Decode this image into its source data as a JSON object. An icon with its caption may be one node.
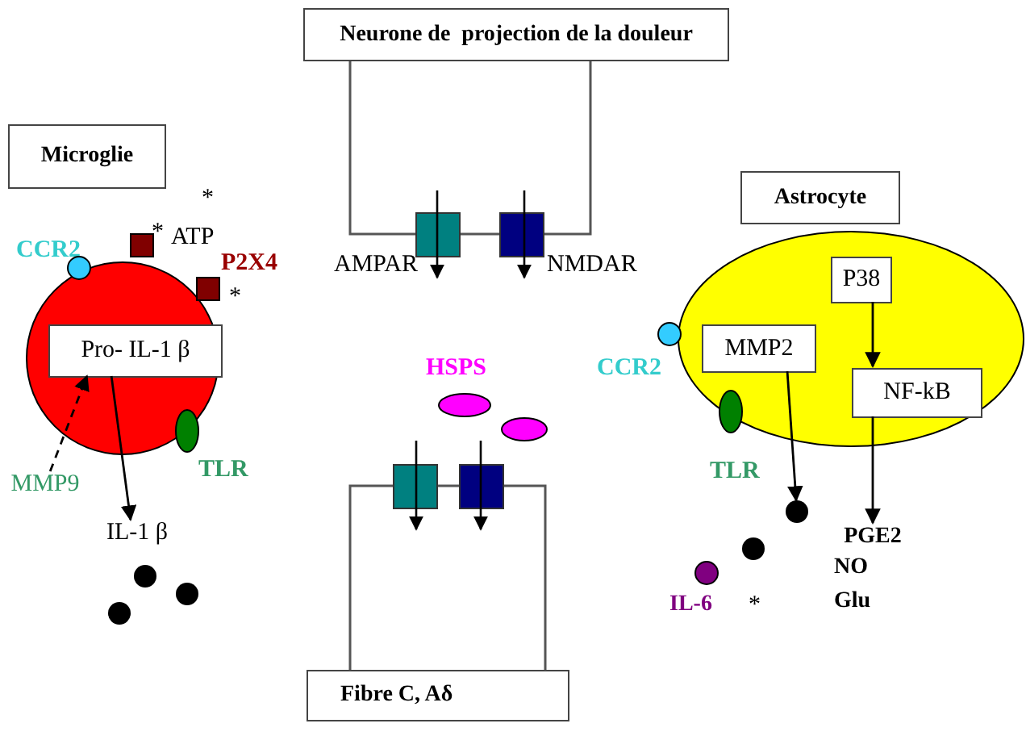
{
  "diagram": {
    "nodes": [
      {
        "text": [
          "Neurone de  projection de la douleur"
        ]
      },
      {
        "text": [
          "Microglie"
        ]
      },
      {
        "text": [
          "Astrocyte"
        ]
      },
      {
        "text": [],
        "shape": "circle"
      },
      {
        "text": [
          "Pro- IL-1 β"
        ],
        "in": 3
      },
      {
        "text": [
          "IL-1 β"
        ]
      },
      {
        "text": [
          "MMP9"
        ]
      },
      {
        "text": [],
        "shape": "ellipse"
      },
      {
        "text": [
          "P38"
        ],
        "in": 7
      },
      {
        "text": [
          "MMP2"
        ],
        "in": 7
      },
      {
        "text": [
          "NF-kB"
        ],
        "in": 7
      },
      {
        "text": [
          "Fibre C, Aδ"
        ]
      },
      {
        "text": [],
        "shape": "circle"
      },
      {
        "text": [
          "PGE2"
        ]
      }
    ],
    "edges": [
      {
        "from": 4,
        "to": 5,
        "arrow": "to"
      },
      {
        "from": 6,
        "to": 4,
        "arrow": "to",
        "style": "dashed"
      },
      {
        "from": 8,
        "to": 10,
        "arrow": "to"
      },
      {
        "from": 9,
        "to": 12,
        "arrow": "to"
      },
      {
        "from": 10,
        "to": 13,
        "arrow": "to"
      }
    ],
    "labels": [
      "*",
      "*",
      "ATP",
      "CCR2",
      "P2X4",
      "*",
      "AMPAR",
      "NMDAR",
      "CCR2",
      "HSPS",
      "TLR",
      "TLR",
      "NO",
      "IL-6",
      "*",
      "Glu"
    ]
  }
}
